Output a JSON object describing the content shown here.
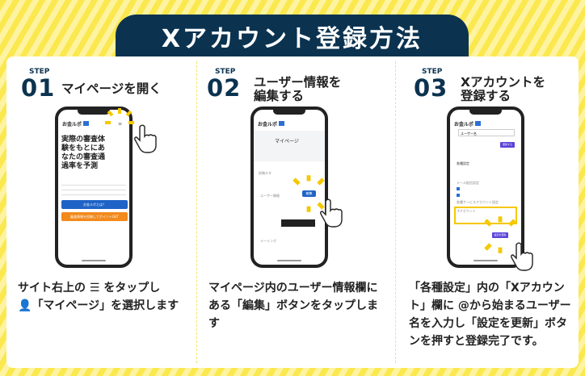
{
  "title": "Xアカウント登録方法",
  "accent_color": "#0b3350",
  "highlight_color": "#f5c800",
  "steps": [
    {
      "label": "STEP",
      "number": "01",
      "title": "マイページを開く",
      "phone": {
        "logo": "お金ルポ",
        "headline": "実際の審査体験をもとにあなたの審査通過率を予測",
        "button1": "お金ルポとは？",
        "button2": "審査情報を投稿してポイントGET"
      },
      "desc_a": "サイト右上の",
      "desc_b": "をタップし",
      "desc_c": "「マイページ」を選択します",
      "icons": [
        "hamburger-menu-icon",
        "person-icon"
      ]
    },
    {
      "label": "STEP",
      "number": "02",
      "title": "ユーザー情報を\n編集する",
      "phone": {
        "logo": "お金ルポ",
        "page": "マイページ",
        "section1": "投稿ネタ",
        "section2": "ユーザー情報",
        "edit": "編集",
        "section3": "メーリング"
      },
      "desc": "マイページ内のユーザー情報欄にある「編集」ボタンをタップします"
    },
    {
      "label": "STEP",
      "number": "03",
      "title": "Xアカウントを\n登録する",
      "phone": {
        "logo": "お金ルポ",
        "field": "ユーザー名",
        "button": "更新する",
        "section1": "各種設定",
        "section2": "メール配信設定",
        "section3": "各種サービスアカウント設定",
        "x_label": "Xアカウント",
        "update": "設定を更新"
      },
      "desc": "「各種設定」内の「Xアカウント」欄に @から始まるユーザー名を入力し「設定を更新」ボタンを押すと登録完了です。"
    }
  ]
}
